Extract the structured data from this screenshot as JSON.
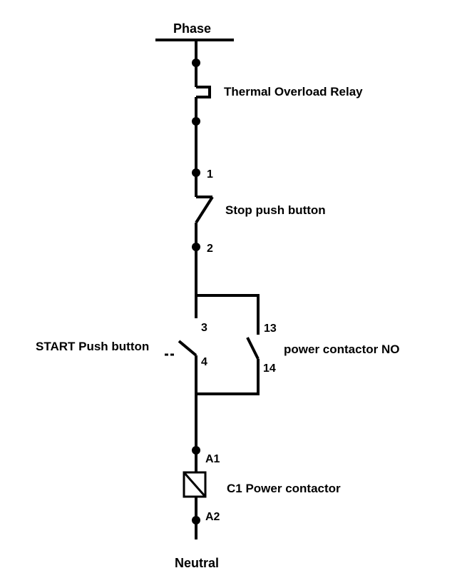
{
  "diagram": {
    "supply": {
      "phase": "Phase",
      "neutral": "Neutral"
    },
    "components": {
      "overload_relay": "Thermal Overload Relay",
      "stop_button": "Stop push button",
      "start_button": "START Push button",
      "aux_contact": "power contactor NO",
      "coil": "C1 Power contactor"
    },
    "terminals": {
      "t1": "1",
      "t2": "2",
      "t3": "3",
      "t4": "4",
      "t13": "13",
      "t14": "14",
      "a1": "A1",
      "a2": "A2"
    }
  }
}
